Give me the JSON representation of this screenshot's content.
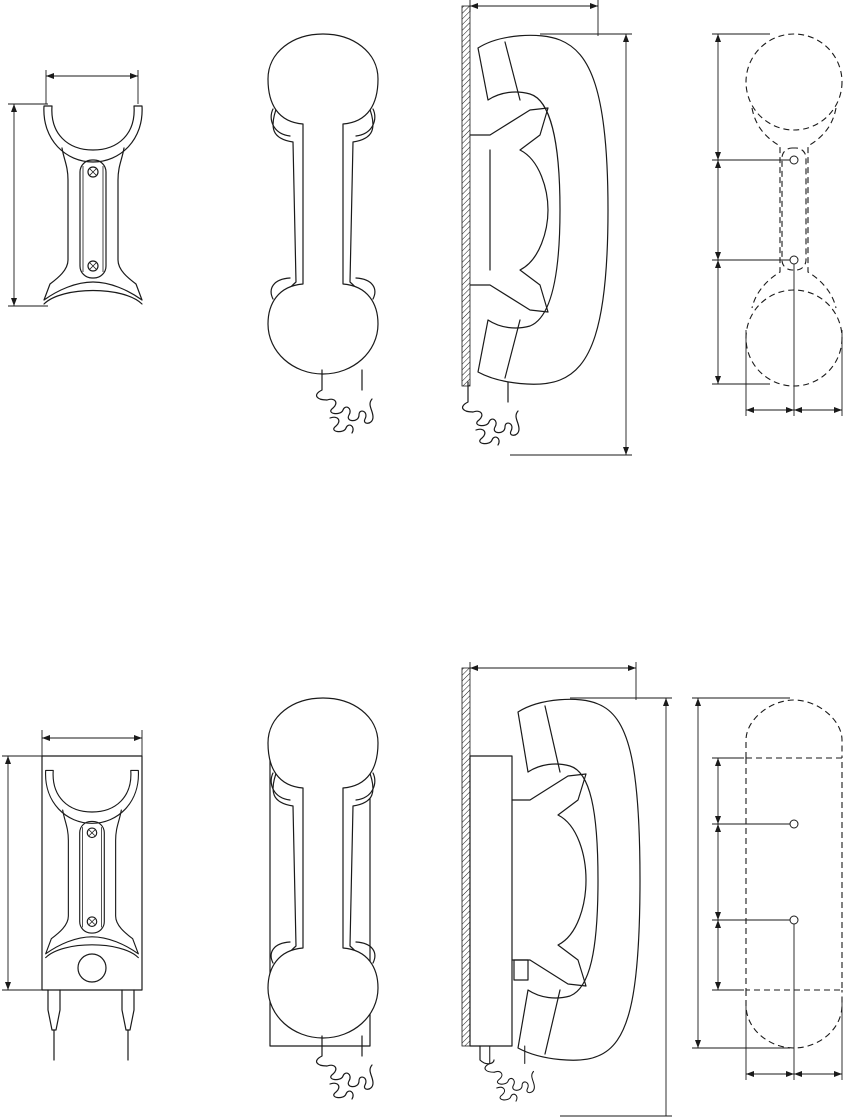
{
  "drawing": {
    "layout": "two-rows-of-four-views",
    "rows": [
      {
        "variant": "cradle-without-backbox",
        "views": [
          "cradle-front",
          "handset-front",
          "handset-side",
          "mounting-footprint"
        ]
      },
      {
        "variant": "cradle-with-backbox",
        "views": [
          "cradle-backbox-front",
          "handset-backbox-front",
          "handset-backbox-side",
          "backbox-footprint"
        ]
      }
    ],
    "colors": {
      "line": "#1a1a1a",
      "background": "#ffffff",
      "wall_hatch": "#1a1a1a"
    }
  }
}
